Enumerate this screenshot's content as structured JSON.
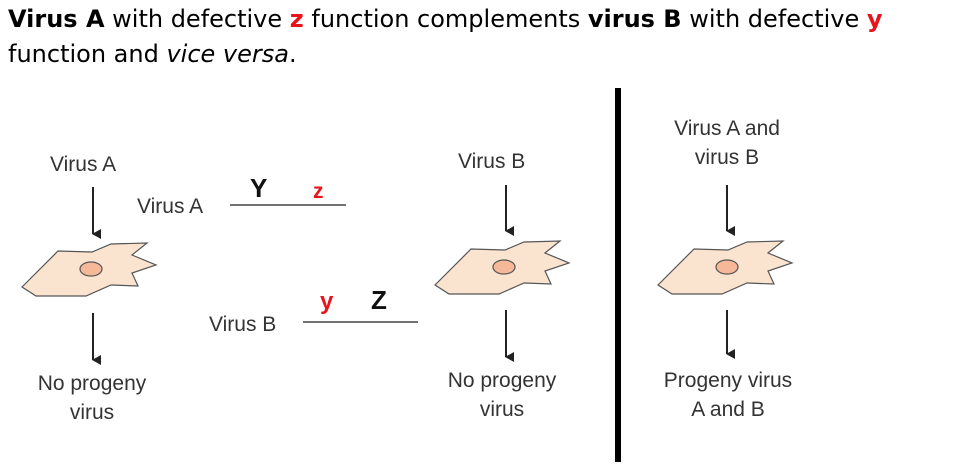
{
  "title": {
    "part1": "Virus A",
    "part2": " with defective ",
    "gene_z": "z",
    "part3": " function complements ",
    "part4": "virus B",
    "part5": " with  defective ",
    "gene_y": "y",
    "part6": "function and ",
    "part7": "vice versa",
    "part8": "."
  },
  "panel1": {
    "label": "Virus A",
    "result_line1": "No progeny",
    "result_line2": "virus"
  },
  "panel2": {
    "label": "Virus B",
    "result_line1": "No progeny",
    "result_line2": "virus"
  },
  "panel3": {
    "label_line1": "Virus A and",
    "label_line2": "virus B",
    "result_line1": "Progeny virus",
    "result_line2": "A and B"
  },
  "genome_a": {
    "label": "Virus A",
    "gene_left": "Y",
    "gene_right": "z"
  },
  "genome_b": {
    "label": "Virus B",
    "gene_left": "y",
    "gene_right": "Z"
  },
  "colors": {
    "cell_fill": "#fae3cf",
    "nucleus_fill": "#f5b899",
    "mutant_gene": "#e8141b"
  }
}
